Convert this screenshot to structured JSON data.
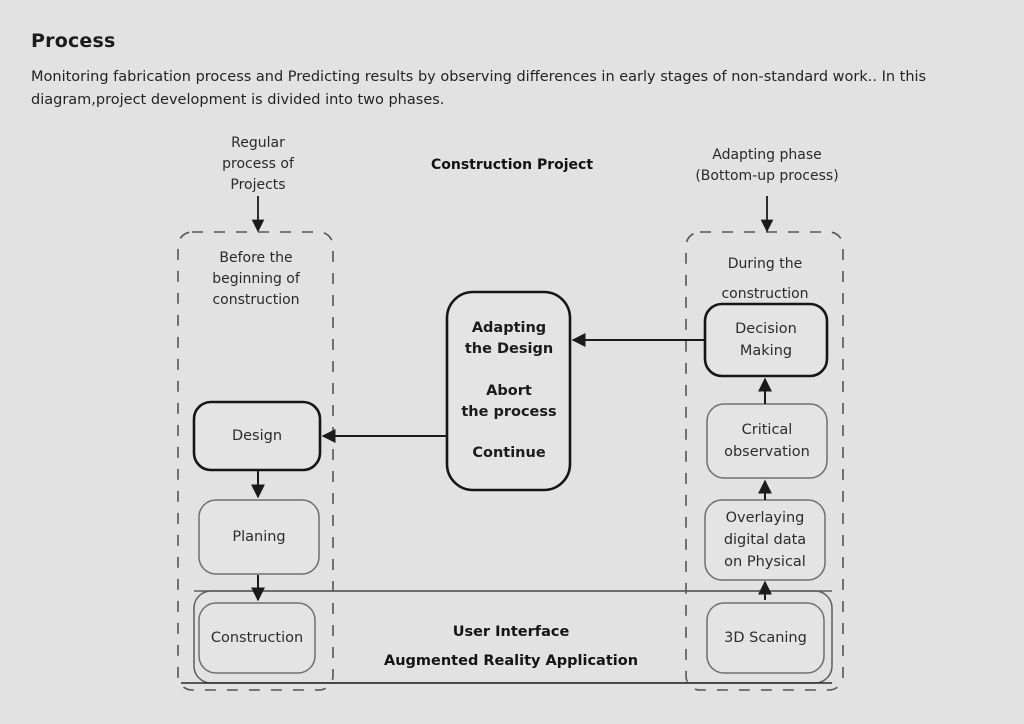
{
  "header": {
    "title": "Process",
    "description": "Monitoring fabrication process and Predicting results by observing differences in early stages of non-standard work..\nIn this diagram,project development is divided into two phases."
  },
  "diagram": {
    "center_title": "Construction Project",
    "annotations": [
      {
        "id": "left-annotation",
        "text": "Regular\nprocess of\nProjects"
      },
      {
        "id": "right-annotation",
        "text": "Adapting phase\n(Bottom-up process)"
      }
    ],
    "phases": [
      {
        "id": "phase-before",
        "caption": "Before the\nbeginning of\nconstruction"
      },
      {
        "id": "phase-during",
        "caption": "During the\nconstruction"
      }
    ],
    "left_nodes": [
      {
        "id": "node-design",
        "label": "Design",
        "emphasis": "strong"
      },
      {
        "id": "node-planing",
        "label": "Planing",
        "emphasis": "normal"
      },
      {
        "id": "node-construction",
        "label": "Construction",
        "emphasis": "normal"
      }
    ],
    "right_nodes": [
      {
        "id": "node-decision-making",
        "label": "Decision\nMaking",
        "emphasis": "strong"
      },
      {
        "id": "node-critical-observation",
        "label": "Critical\nobservation",
        "emphasis": "normal"
      },
      {
        "id": "node-overlaying",
        "label": "Overlaying\ndigital data\non Physical",
        "emphasis": "normal"
      },
      {
        "id": "node-3d-scaning",
        "label": "3D Scaning",
        "emphasis": "normal"
      }
    ],
    "decision_node": {
      "id": "node-decision-options",
      "options": [
        "Adapting\nthe Design",
        "Abort\nthe process",
        "Continue"
      ]
    },
    "platform": {
      "id": "platform-band",
      "line1": "User Interface",
      "line2": "Augmented Reality Application"
    }
  },
  "colors": {
    "background": "#e2e2e2",
    "stroke": "#2b2b2b",
    "stroke_light": "#6f6f6f",
    "text": "#1b1b1b",
    "node_fill": "#e4e4e4"
  }
}
